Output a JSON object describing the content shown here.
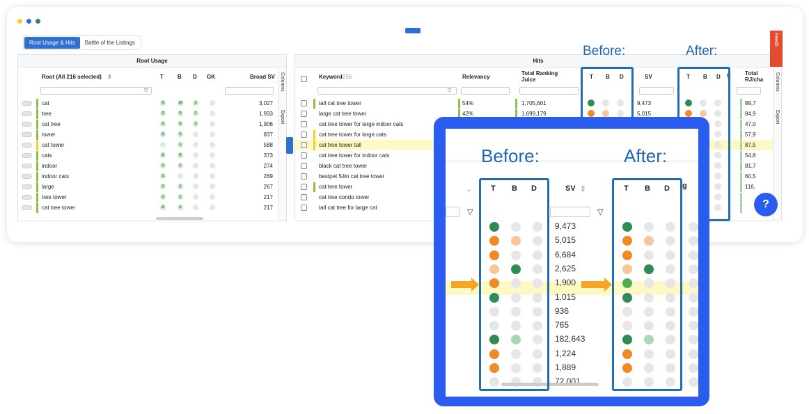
{
  "tabs": [
    "Root Usage & Hits",
    "Battle of the Listings"
  ],
  "root": {
    "title": "Root Usage",
    "headers": {
      "root": "Root (All 216 selected)",
      "t": "T",
      "b": "B",
      "d": "D",
      "gk": "GK",
      "sv": "Broad SV"
    },
    "side_columns": "Columns",
    "side_export": "Export",
    "rows": [
      {
        "name": "cat",
        "t": "5",
        "b": "14",
        "d": "3",
        "sv": "3,027",
        "bar": "#8bc34a"
      },
      {
        "name": "tree",
        "t": "2",
        "b": "9",
        "d": "3",
        "sv": "1,933",
        "bar": "#8bc34a"
      },
      {
        "name": "cat tree",
        "t": "2",
        "b": "9",
        "d": "3",
        "sv": "1,906",
        "bar": "#8bc34a"
      },
      {
        "name": "tower",
        "t": "2",
        "b": "2",
        "d": "",
        "sv": "837",
        "bar": "#8bc34a"
      },
      {
        "name": "cat tower",
        "t": "",
        "b": "1",
        "d": "",
        "sv": "588",
        "bar": "#f2d024"
      },
      {
        "name": "cats",
        "t": "2",
        "b": "9",
        "d": "",
        "sv": "373",
        "bar": "#8bc34a"
      },
      {
        "name": "indoor",
        "t": "2",
        "b": "1",
        "d": "",
        "sv": "274",
        "bar": "#8bc34a"
      },
      {
        "name": "indoor cats",
        "t": "1",
        "b": "",
        "d": "",
        "sv": "269",
        "bar": "#8bc34a"
      },
      {
        "name": "large",
        "t": "1",
        "b": "1",
        "d": "",
        "sv": "267",
        "bar": "#8bc34a"
      },
      {
        "name": "tree tower",
        "t": "2",
        "b": "1",
        "d": "",
        "sv": "217",
        "bar": "#8bc34a"
      },
      {
        "name": "cat tree tower",
        "t": "2",
        "b": "1",
        "d": "",
        "sv": "217",
        "bar": "#8bc34a"
      }
    ]
  },
  "hits": {
    "title": "Hits",
    "headers": {
      "keyword": "Keyword",
      "keyword_count": "256",
      "relevancy": "Relevancy",
      "trj": "Total Ranking Juice",
      "t": "T",
      "b": "B",
      "d": "D",
      "sv": "SV",
      "total_rj": "Total RJ/cha",
      "ng": "g"
    },
    "side_columns": "Columns",
    "side_export": "Export",
    "rows": [
      {
        "kw": "tall cat tree tower",
        "rel": "54%",
        "trj": "1,705,601",
        "sv": "9,473",
        "rj": "89,7",
        "bar": "#8bc34a",
        "hl": false
      },
      {
        "kw": "large cat tree tower",
        "rel": "42%",
        "trj": "1,699,179",
        "sv": "5,015",
        "rj": "84,9",
        "bar": "",
        "hl": false
      },
      {
        "kw": "cat tree tower for large indoor cats",
        "rel": "",
        "trj": "",
        "sv": "",
        "rj": "47,0",
        "bar": "",
        "hl": false
      },
      {
        "kw": "cat tree tower for large cats",
        "rel": "",
        "trj": "",
        "sv": "",
        "rj": "57,9",
        "bar": "#f2d024",
        "hl": false
      },
      {
        "kw": "cat tree tower tall",
        "rel": "",
        "trj": "",
        "sv": "",
        "rj": "87,5",
        "bar": "#f2d024",
        "hl": true
      },
      {
        "kw": "cat tree tower for indoor cats",
        "rel": "",
        "trj": "",
        "sv": "",
        "rj": "54,8",
        "bar": "",
        "hl": false
      },
      {
        "kw": "black cat tree tower",
        "rel": "",
        "trj": "",
        "sv": "",
        "rj": "81,7",
        "bar": "",
        "hl": false
      },
      {
        "kw": "bestpet 54in cat tree tower",
        "rel": "",
        "trj": "",
        "sv": "",
        "rj": "60,5",
        "bar": "",
        "hl": false
      },
      {
        "kw": "cat tree tower",
        "rel": "",
        "trj": "",
        "sv": "",
        "rj": "116,",
        "bar": "#8bc34a",
        "hl": false
      },
      {
        "kw": "cat tree condo tower",
        "rel": "",
        "trj": "",
        "sv": "",
        "rj": "",
        "bar": "",
        "hl": false
      },
      {
        "kw": "tall cat tree for large cat",
        "rel": "",
        "trj": "",
        "sv": "",
        "rj": "",
        "bar": "",
        "hl": false
      }
    ]
  },
  "labels": {
    "before": "Before:",
    "after": "After:"
  },
  "zoom": {
    "headers": {
      "t": "T",
      "b": "B",
      "d": "D",
      "sv": "SV",
      "ng": "g"
    },
    "sv": [
      "9,473",
      "5,015",
      "6,684",
      "2,625",
      "1,900",
      "1,015",
      "936",
      "765",
      "182,643",
      "1,224",
      "1,889",
      "72,001"
    ],
    "before": [
      [
        "#2e8b57",
        "#e6e6e6",
        "#e6e6e6"
      ],
      [
        "#f08a24",
        "#f9c59a",
        "#e6e6e6"
      ],
      [
        "#f08a24",
        "#e6e6e6",
        "#e6e6e6"
      ],
      [
        "#f9c59a",
        "#2e8b57",
        "#e6e6e6"
      ],
      [
        "#f08a24",
        "#e6e6e6",
        "#e6e6e6"
      ],
      [
        "#2e8b57",
        "#e6e6e6",
        "#e6e6e6"
      ],
      [
        "#e6e6e6",
        "#e6e6e6",
        "#e6e6e6"
      ],
      [
        "#e6e6e6",
        "#e6e6e6",
        "#e6e6e6"
      ],
      [
        "#2e8b57",
        "#a8d8b9",
        "#e6e6e6"
      ],
      [
        "#f08a24",
        "#e6e6e6",
        "#e6e6e6"
      ],
      [
        "#f08a24",
        "#e6e6e6",
        "#e6e6e6"
      ],
      [
        "#e6e6e6",
        "#e6e6e6",
        "#e6e6e6"
      ]
    ],
    "after": [
      [
        "#2e8b57",
        "#e6e6e6",
        "#e6e6e6"
      ],
      [
        "#f08a24",
        "#f9c59a",
        "#e6e6e6"
      ],
      [
        "#f08a24",
        "#e6e6e6",
        "#e6e6e6"
      ],
      [
        "#f9c59a",
        "#2e8b57",
        "#e6e6e6"
      ],
      [
        "#4caf50",
        "#e6e6e6",
        "#e6e6e6"
      ],
      [
        "#2e8b57",
        "#e6e6e6",
        "#e6e6e6"
      ],
      [
        "#e6e6e6",
        "#e6e6e6",
        "#e6e6e6"
      ],
      [
        "#e6e6e6",
        "#e6e6e6",
        "#e6e6e6"
      ],
      [
        "#2e8b57",
        "#a8d8b9",
        "#e6e6e6"
      ],
      [
        "#f08a24",
        "#e6e6e6",
        "#e6e6e6"
      ],
      [
        "#f08a24",
        "#e6e6e6",
        "#e6e6e6"
      ],
      [
        "#e6e6e6",
        "#e6e6e6",
        "#e6e6e6"
      ]
    ]
  },
  "feedback": "Feedb",
  "colors": {
    "accent": "#2f6fd0",
    "frame": "#1e6fb5",
    "highlight": "#fdf8c4",
    "arrow": "#f5a623"
  }
}
